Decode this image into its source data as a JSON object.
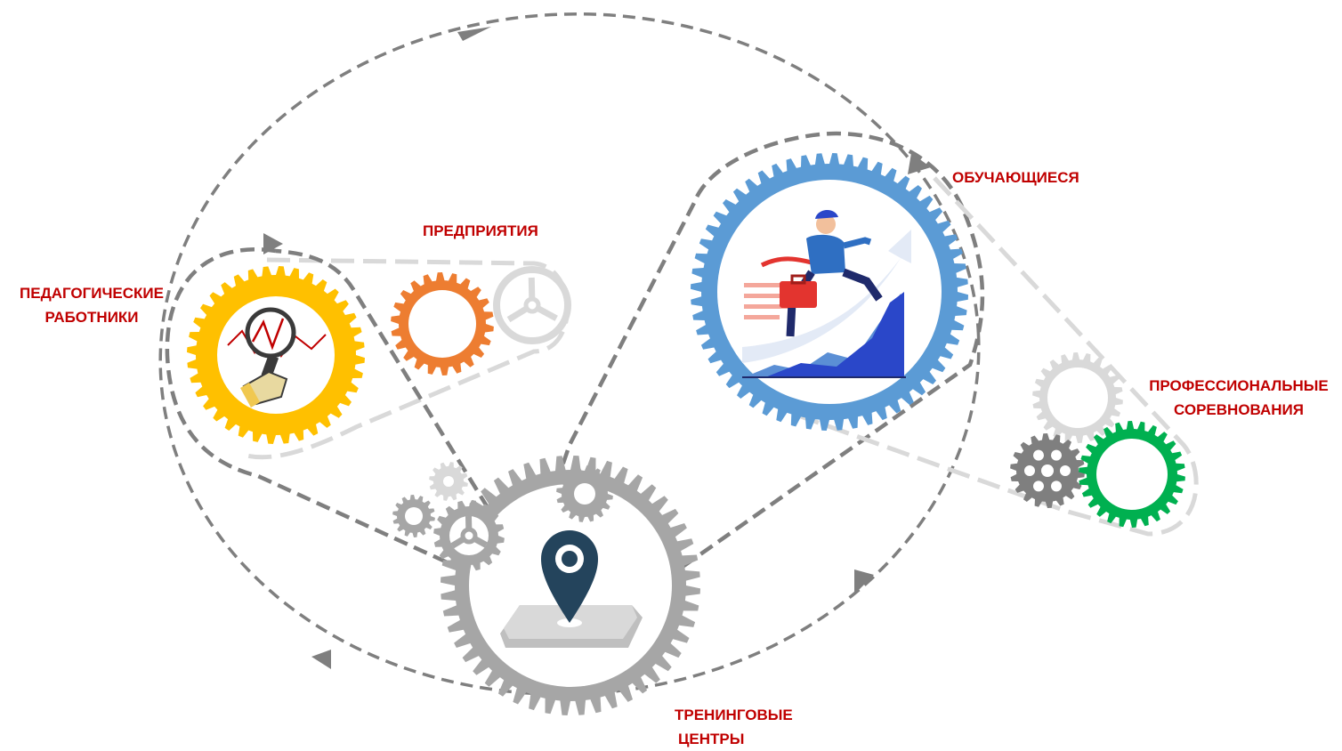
{
  "labels": {
    "teachers": [
      "ПЕДАГОГИЧЕСКИЕ",
      "РАБОТНИКИ"
    ],
    "enterprises": [
      "ПРЕДПРИЯТИЯ"
    ],
    "students": [
      "ОБУЧАЮЩИЕСЯ"
    ],
    "competitions": [
      "ПРОФЕССИОНАЛЬНЫЕ",
      "СОРЕВНОВАНИЯ"
    ],
    "training_centers": [
      "ТРЕНИНГОВЫЕ",
      "ЦЕНТРЫ"
    ]
  },
  "colors": {
    "label": "#c00000",
    "gear_yellow": "#ffc000",
    "gear_orange": "#ed7d31",
    "gear_blue": "#5b9bd5",
    "gear_green": "#00b050",
    "gear_gray": "#a6a6a6",
    "gear_light": "#d9d9d9",
    "gear_dark": "#7f7f7f",
    "belt": "#7f7f7f",
    "belt_light": "#d9d9d9",
    "pin": "#1f3c54"
  },
  "icons": [
    "magnifier-chart-icon",
    "business-runner-icon",
    "location-pin-icon",
    "cog-icon"
  ]
}
